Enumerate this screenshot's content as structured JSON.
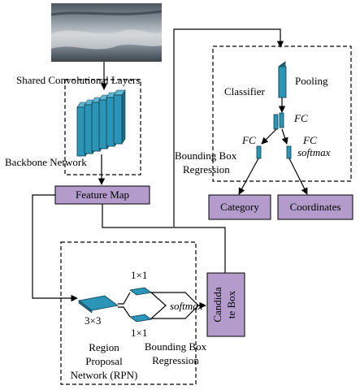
{
  "labels": {
    "shared_conv": "Shared Convolutional Layers",
    "backbone": "Backbone Network",
    "feature_map": "Feature Map",
    "classifier": "Classifier",
    "pooling": "Pooling",
    "fc_top": "FC",
    "fc_left": "FC",
    "fc_right": "FC",
    "softmax_top": "softmax",
    "bbox_reg_top_1": "Bounding Box",
    "bbox_reg_top_2": "Regression",
    "category": "Category",
    "coordinates": "Coordinates",
    "candidate_box_1": "Candida",
    "candidate_box_2": "te Box",
    "conv_3x3": "3×3",
    "conv_1x1_top": "1×1",
    "conv_1x1_bottom": "1×1",
    "softmax_rpn": "softmax",
    "rpn_1": "Region",
    "rpn_2": "Proposal",
    "rpn_3": "Network (RPN)",
    "bbox_reg_rpn_1": "Bounding Box",
    "bbox_reg_rpn_2": "Regression"
  },
  "colors": {
    "box_fill": "#b39ccc",
    "layer_fill": "#2b95b8",
    "layer_dark": "#1d6a85",
    "line": "#000000"
  }
}
